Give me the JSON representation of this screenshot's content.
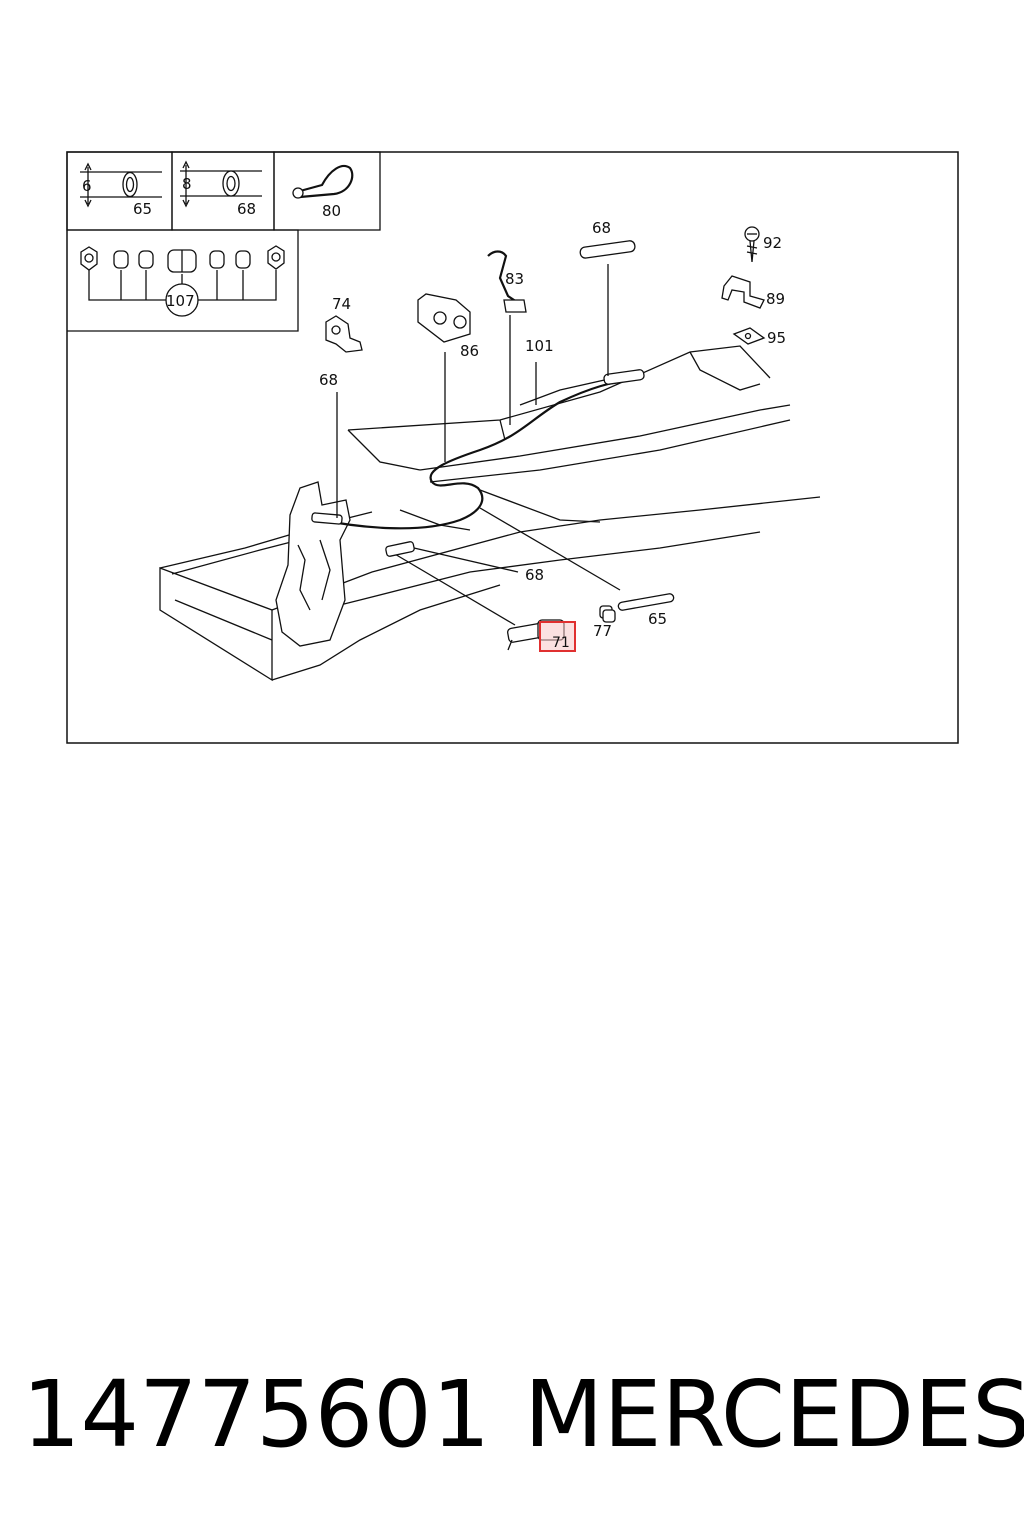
{
  "diagram": {
    "inset_labels": {
      "dim_6": "6",
      "dim_8": "8",
      "inset_65": "65",
      "inset_68": "68",
      "inset_80": "80",
      "circled_107": "107"
    },
    "callouts": {
      "c68_top": "68",
      "c92": "92",
      "c89": "89",
      "c95": "95",
      "c83": "83",
      "c74": "74",
      "c86": "86",
      "c101": "101",
      "c68_left": "68",
      "c68_mid": "68",
      "c77": "77",
      "c65": "65",
      "c71": "71"
    },
    "highlight_color": "#e03030"
  },
  "footer": {
    "part_number": "14775601",
    "brand": "MERCEDES"
  }
}
